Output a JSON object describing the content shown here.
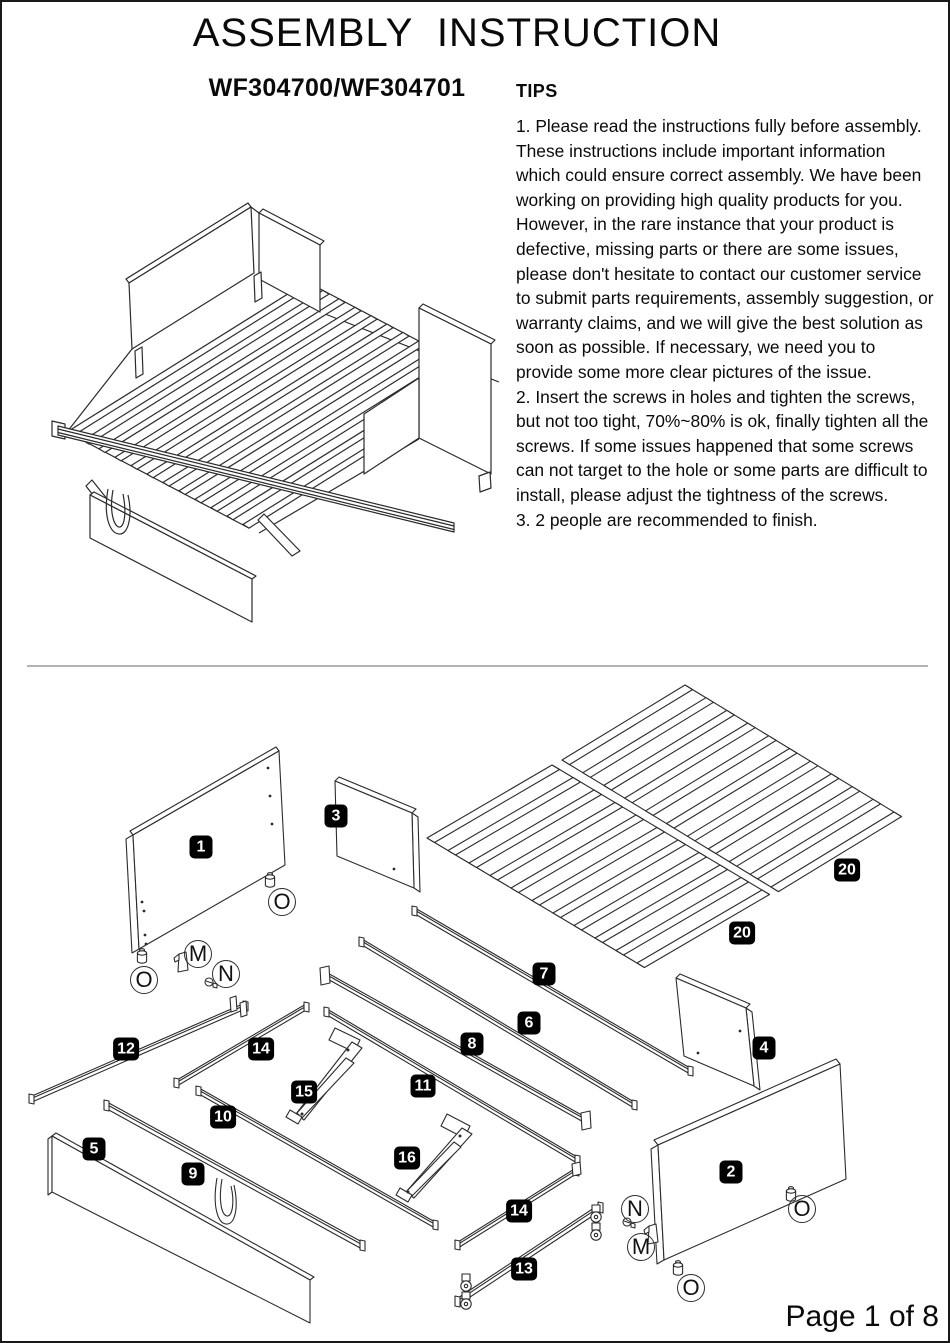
{
  "header": {
    "title": "ASSEMBLY  INSTRUCTION",
    "model": "WF304700/WF304701"
  },
  "tips": {
    "heading": "TIPS",
    "items": [
      "1. Please read the instructions fully before assembly. These instructions include important information which could ensure correct assembly. We have been working on providing high quality products for you. However, in the rare instance that your product is defective, missing parts or there are some issues, please don't hesitate to contact our customer service to submit parts requirements, assembly suggestion, or warranty claims, and we will give the best solution as soon as possible. If necessary, we need you to provide some more clear pictures of the issue.",
      "2. Insert the screws in holes and tighten the screws, but not too tight, 70%~80% is ok, finally tighten all the screws. If some issues happened that some screws can not target to the hole or some parts are difficult to install, please adjust the tightness of the screws.",
      "3. 2 people are recommended to finish."
    ]
  },
  "footer": {
    "page_indicator": "Page 1 of 8"
  },
  "diagram": {
    "parts": [
      {
        "id": "1",
        "label": "1"
      },
      {
        "id": "2",
        "label": "2"
      },
      {
        "id": "3",
        "label": "3"
      },
      {
        "id": "4",
        "label": "4"
      },
      {
        "id": "5",
        "label": "5"
      },
      {
        "id": "6",
        "label": "6"
      },
      {
        "id": "7",
        "label": "7"
      },
      {
        "id": "8",
        "label": "8"
      },
      {
        "id": "9",
        "label": "9"
      },
      {
        "id": "10",
        "label": "10"
      },
      {
        "id": "11",
        "label": "11"
      },
      {
        "id": "12",
        "label": "12"
      },
      {
        "id": "13",
        "label": "13"
      },
      {
        "id": "14a",
        "label": "14"
      },
      {
        "id": "14b",
        "label": "14"
      },
      {
        "id": "15",
        "label": "15"
      },
      {
        "id": "16",
        "label": "16"
      },
      {
        "id": "20a",
        "label": "20"
      },
      {
        "id": "20b",
        "label": "20"
      }
    ],
    "hardware": [
      {
        "id": "o1",
        "letter": "O"
      },
      {
        "id": "m1",
        "letter": "M"
      },
      {
        "id": "n1",
        "letter": "N"
      },
      {
        "id": "o2",
        "letter": "O"
      },
      {
        "id": "n2",
        "letter": "N"
      },
      {
        "id": "m2",
        "letter": "M"
      },
      {
        "id": "o3",
        "letter": "O"
      },
      {
        "id": "o4",
        "letter": "O"
      }
    ]
  },
  "colors": {
    "paper": "#ffffff",
    "ink": "#0a0a0a",
    "line_art": "#2b2b2b",
    "badge_bg": "#000000",
    "badge_text": "#ffffff",
    "divider": "#b3b3b3"
  }
}
